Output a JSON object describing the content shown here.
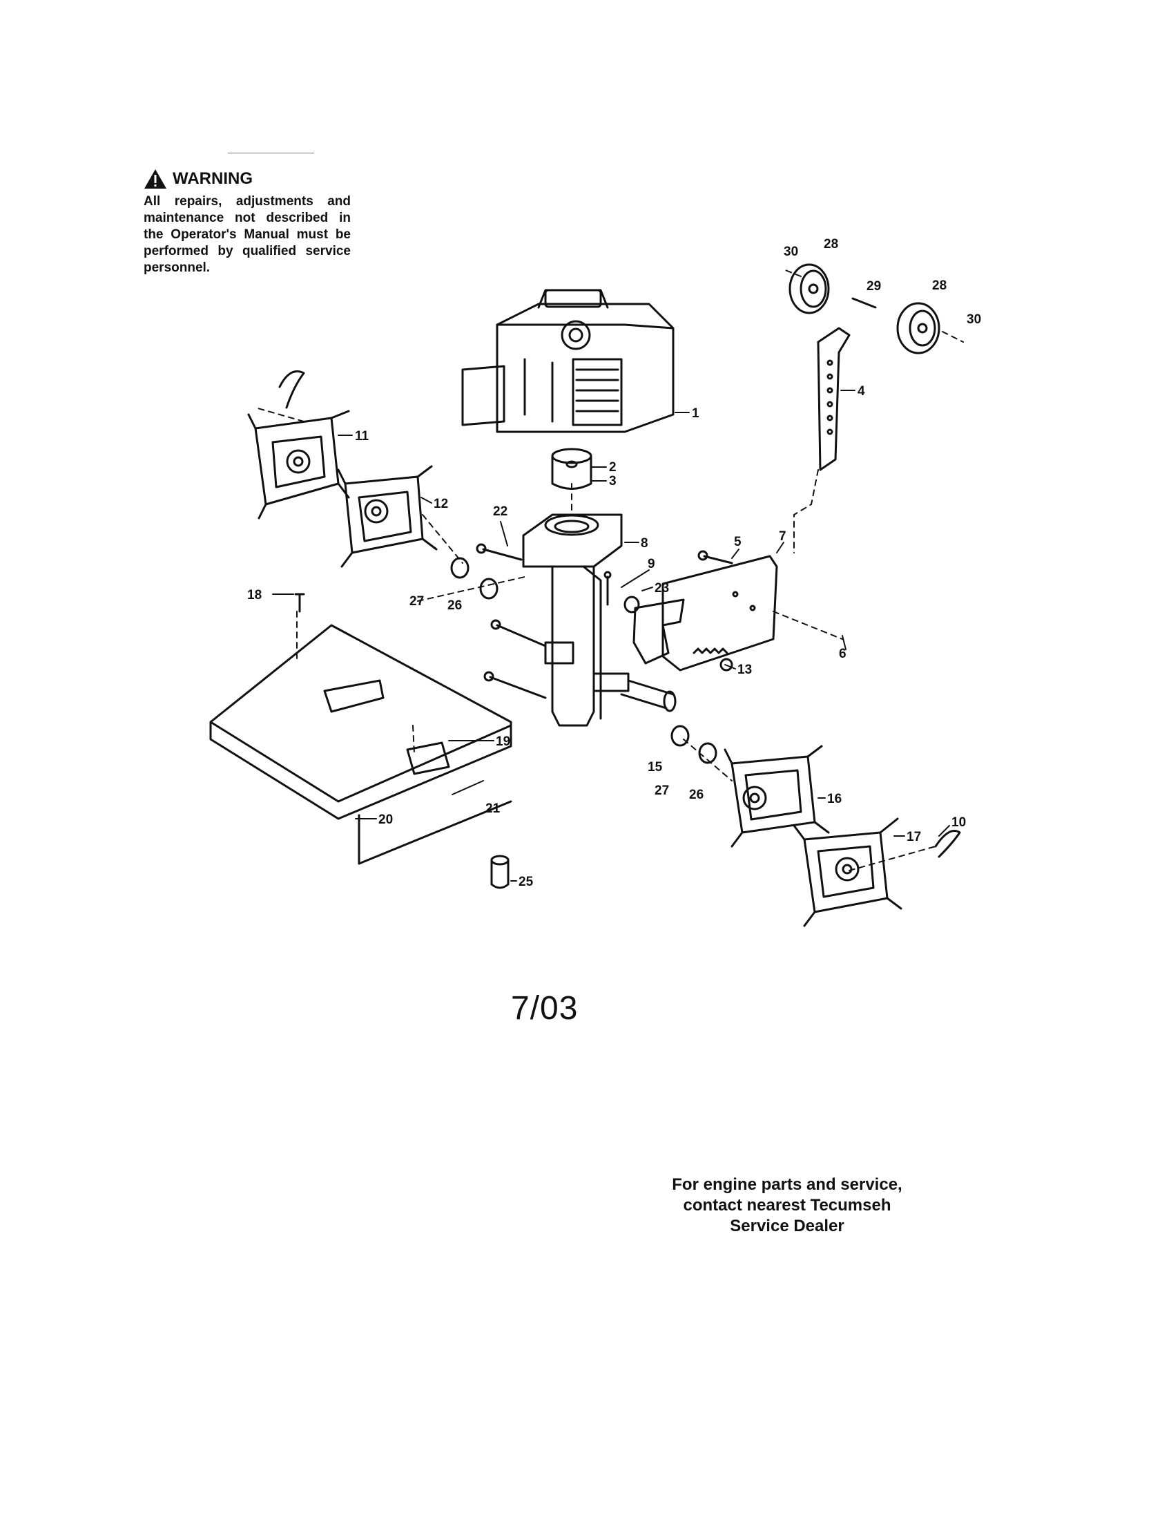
{
  "warning": {
    "title": "WARNING",
    "body": "All repairs, adjustments and maintenance not described in the Operator's Manual must be performed by qualified service personnel."
  },
  "callouts": [
    "1",
    "2",
    "3",
    "4",
    "5",
    "6",
    "7",
    "8",
    "9",
    "10",
    "11",
    "12",
    "13",
    "15",
    "16",
    "17",
    "18",
    "19",
    "20",
    "21",
    "22",
    "23",
    "25",
    "26",
    "27",
    "28",
    "29",
    "30"
  ],
  "date_code": "7/03",
  "footer": {
    "line1": "For engine parts and service,",
    "line2": "contact nearest Tecumseh",
    "line3": "Service Dealer"
  },
  "colors": {
    "ink": "#111111",
    "paper": "#ffffff"
  },
  "icons": [
    "warning-triangle-icon"
  ]
}
